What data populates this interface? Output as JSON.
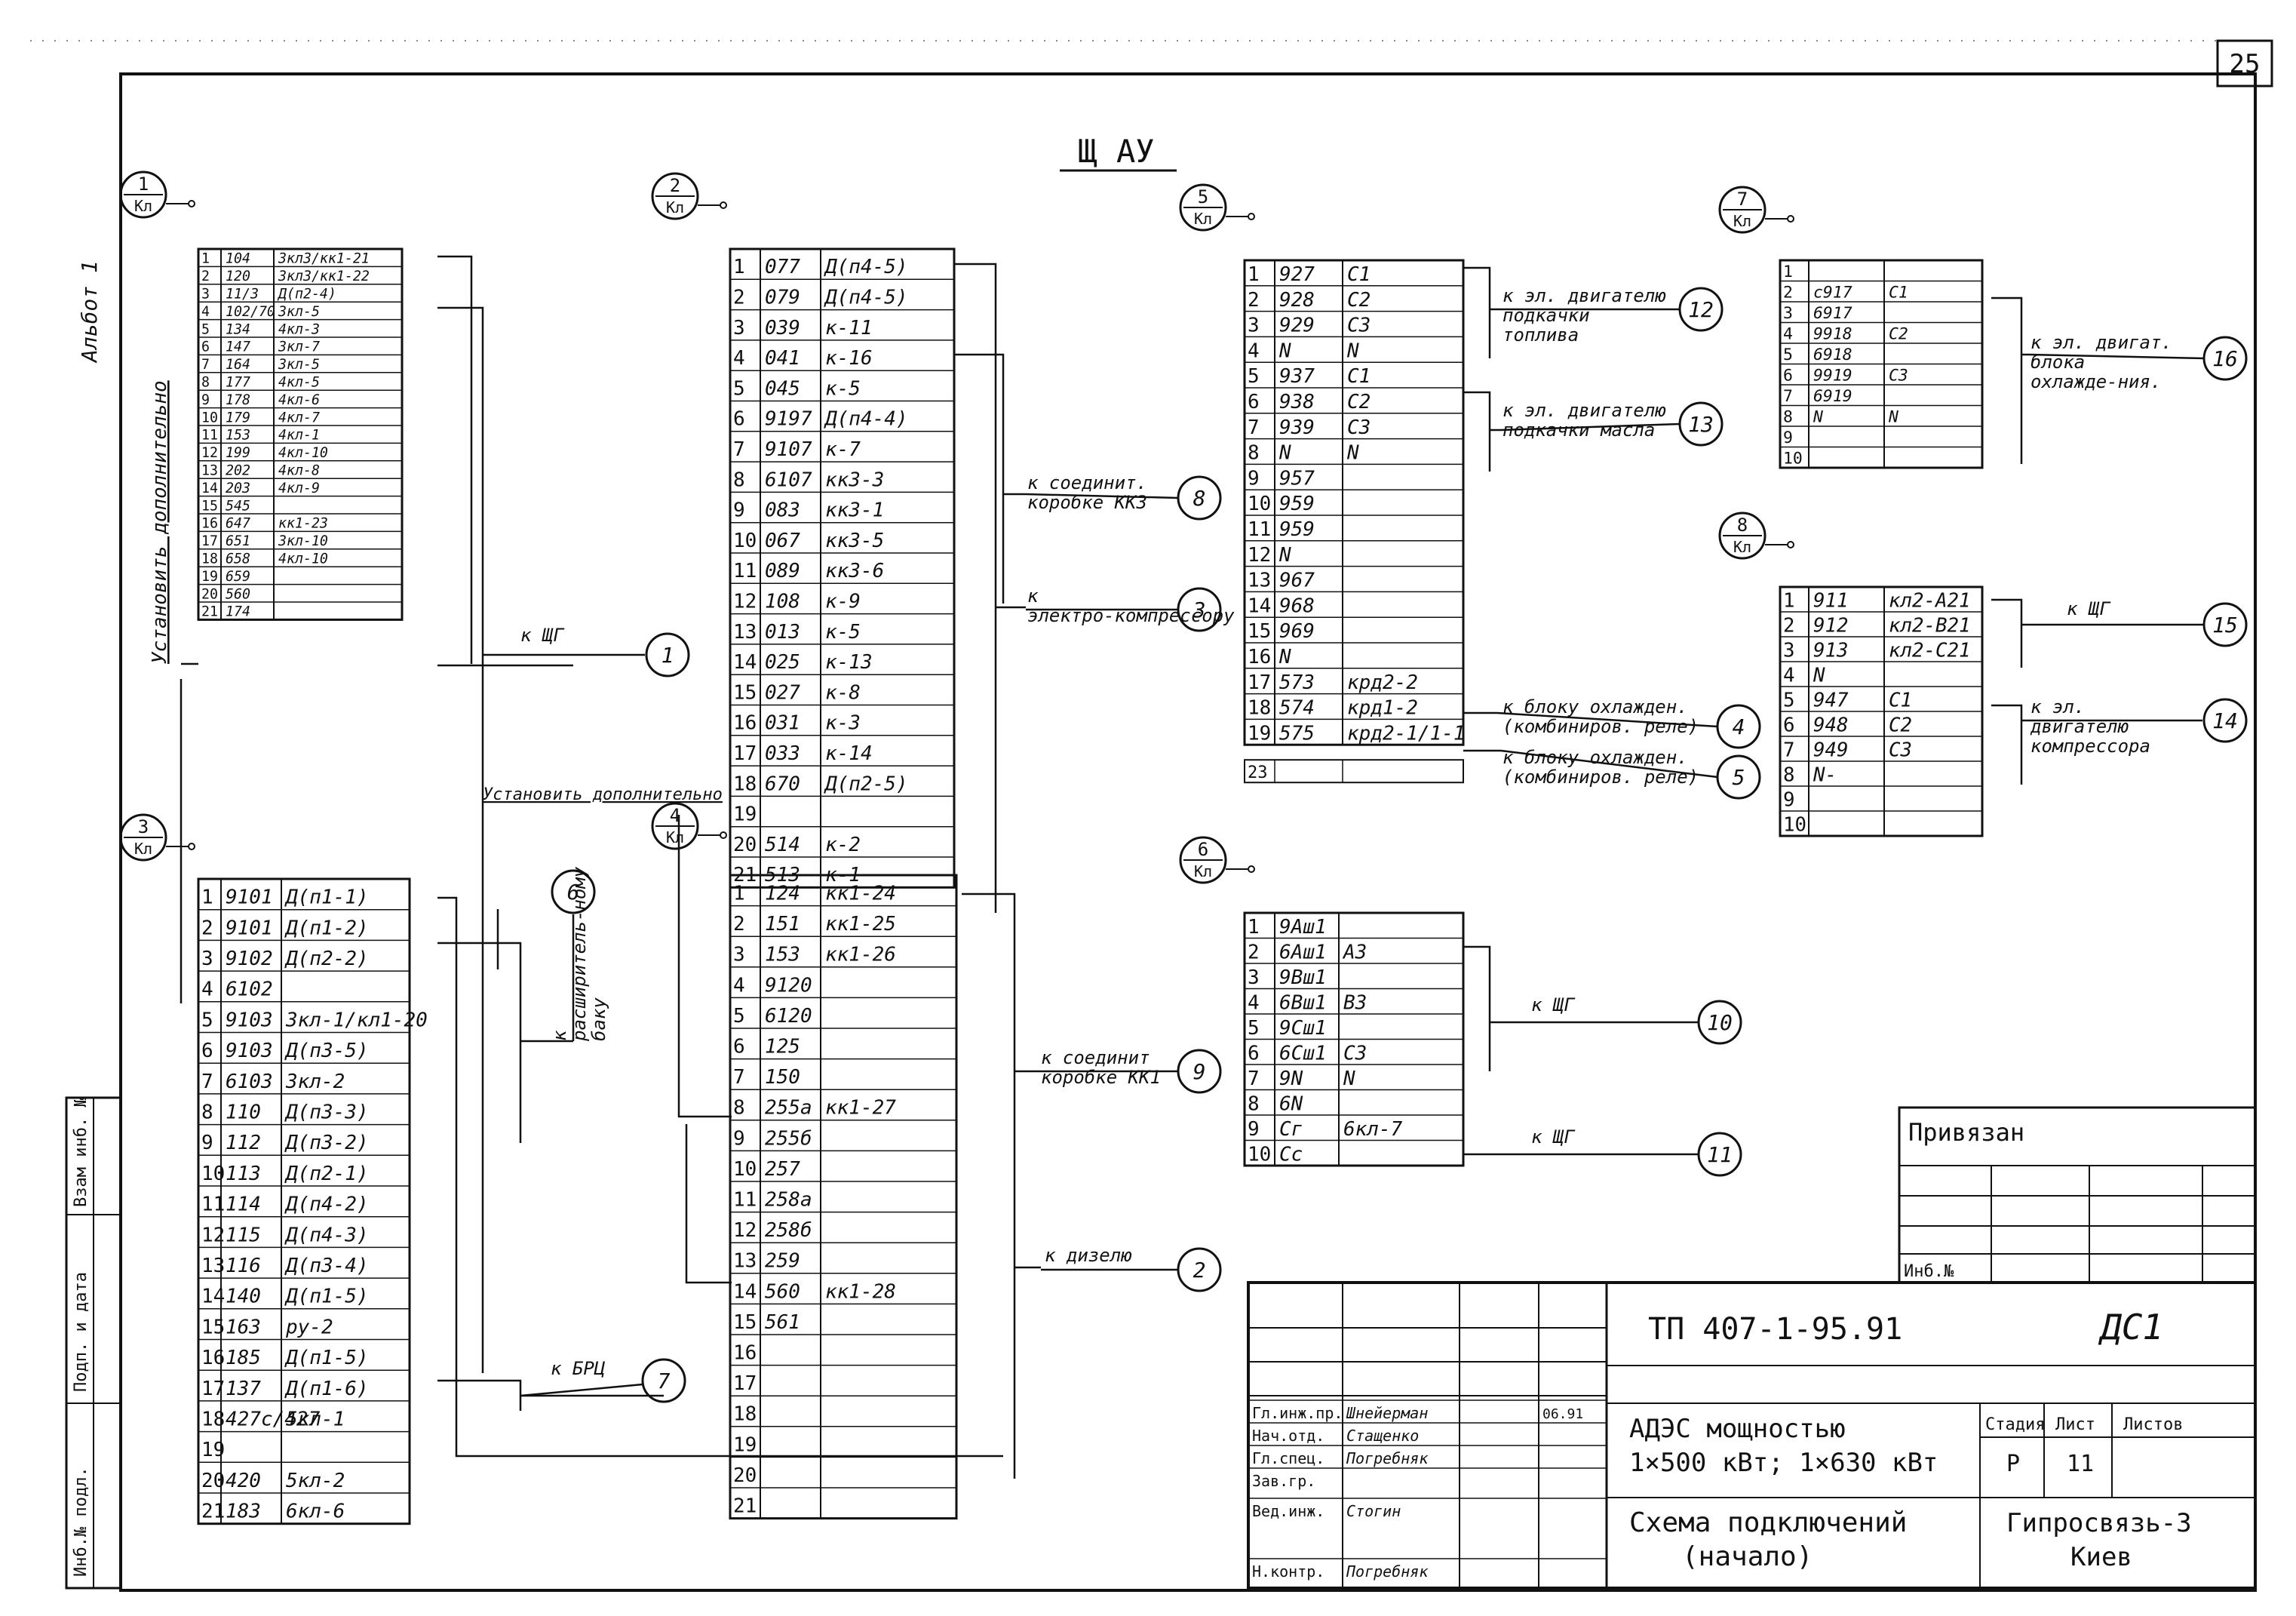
{
  "page": {
    "page_number": "25",
    "album": "Альбот 1",
    "panel_title": "Щ АУ"
  },
  "left_margin": {
    "cells": [
      "Инб.№ подл.",
      "Подп. и дата",
      "Взам инб. №"
    ]
  },
  "blocks": [
    {
      "id": "b1",
      "marker_top": "1",
      "marker_bottom": "Кл",
      "rows": [
        [
          "1",
          "104",
          "3кл3/кк1-21"
        ],
        [
          "2",
          "120",
          "3кл3/кк1-22"
        ],
        [
          "3",
          "11/3",
          "Д(п2-4)"
        ],
        [
          "4",
          "102/70",
          "3кл-5"
        ],
        [
          "5",
          "134",
          "4кл-3"
        ],
        [
          "6",
          "147",
          "3кл-7"
        ],
        [
          "7",
          "164",
          "3кл-5"
        ],
        [
          "8",
          "177",
          "4кл-5"
        ],
        [
          "9",
          "178",
          "4кл-6"
        ],
        [
          "10",
          "179",
          "4кл-7"
        ],
        [
          "11",
          "153",
          "4кл-1"
        ],
        [
          "12",
          "199",
          "4кл-10"
        ],
        [
          "13",
          "202",
          "4кл-8"
        ],
        [
          "14",
          "203",
          "4кл-9"
        ],
        [
          "15",
          "545",
          ""
        ],
        [
          "16",
          "647",
          "кк1-23"
        ],
        [
          "17",
          "651",
          "3кл-10"
        ],
        [
          "18",
          "658",
          "4кл-10"
        ],
        [
          "19",
          "659",
          ""
        ],
        [
          "20",
          "560",
          ""
        ],
        [
          "21",
          "174",
          ""
        ]
      ]
    },
    {
      "id": "b3",
      "marker_top": "3",
      "marker_bottom": "Кл",
      "rows": [
        [
          "1",
          "9101",
          "Д(п1-1)"
        ],
        [
          "2",
          "9101",
          "Д(п1-2)"
        ],
        [
          "3",
          "9102",
          "Д(п2-2)"
        ],
        [
          "4",
          "6102",
          ""
        ],
        [
          "5",
          "9103",
          "3кл-1/кл1-20"
        ],
        [
          "6",
          "9103",
          "Д(п3-5)"
        ],
        [
          "7",
          "6103",
          "3кл-2"
        ],
        [
          "8",
          "110",
          "Д(п3-3)"
        ],
        [
          "9",
          "112",
          "Д(п3-2)"
        ],
        [
          "10",
          "113",
          "Д(п2-1)"
        ],
        [
          "11",
          "114",
          "Д(п4-2)"
        ],
        [
          "12",
          "115",
          "Д(п4-3)"
        ],
        [
          "13",
          "116",
          "Д(п3-4)"
        ],
        [
          "14",
          "140",
          "Д(п1-5)"
        ],
        [
          "15",
          "163",
          "ру-2"
        ],
        [
          "16",
          "185",
          "Д(п1-5)"
        ],
        [
          "17",
          "137",
          "Д(п1-6)"
        ],
        [
          "18",
          "427с/427",
          "5кл-1"
        ],
        [
          "19",
          "",
          ""
        ],
        [
          "20",
          "420",
          "5кл-2"
        ],
        [
          "21",
          "183",
          "6кл-6"
        ]
      ]
    },
    {
      "id": "b2",
      "marker_top": "2",
      "marker_bottom": "Кл",
      "rows": [
        [
          "1",
          "077",
          "Д(п4-5)"
        ],
        [
          "2",
          "079",
          "Д(п4-5)"
        ],
        [
          "3",
          "039",
          "к-11"
        ],
        [
          "4",
          "041",
          "к-16"
        ],
        [
          "5",
          "045",
          "к-5"
        ],
        [
          "6",
          "9197",
          "Д(п4-4)"
        ],
        [
          "7",
          "9107",
          "к-7"
        ],
        [
          "8",
          "6107",
          "кк3-3"
        ],
        [
          "9",
          "083",
          "кк3-1"
        ],
        [
          "10",
          "067",
          "кк3-5"
        ],
        [
          "11",
          "089",
          "кк3-6"
        ],
        [
          "12",
          "108",
          "к-9"
        ],
        [
          "13",
          "013",
          "к-5"
        ],
        [
          "14",
          "025",
          "к-13"
        ],
        [
          "15",
          "027",
          "к-8"
        ],
        [
          "16",
          "031",
          "к-3"
        ],
        [
          "17",
          "033",
          "к-14"
        ],
        [
          "18",
          "670",
          "Д(п2-5)"
        ],
        [
          "19",
          "",
          ""
        ],
        [
          "20",
          "514",
          "к-2"
        ],
        [
          "21",
          "513",
          "к-1"
        ]
      ]
    },
    {
      "id": "b4",
      "marker_top": "4",
      "marker_bottom": "Кл",
      "rows": [
        [
          "1",
          "124",
          "кк1-24"
        ],
        [
          "2",
          "151",
          "кк1-25"
        ],
        [
          "3",
          "153",
          "кк1-26"
        ],
        [
          "4",
          "9120",
          ""
        ],
        [
          "5",
          "6120",
          ""
        ],
        [
          "6",
          "125",
          ""
        ],
        [
          "7",
          "150",
          ""
        ],
        [
          "8",
          "255а",
          "кк1-27"
        ],
        [
          "9",
          "255б",
          ""
        ],
        [
          "10",
          "257",
          ""
        ],
        [
          "11",
          "258а",
          ""
        ],
        [
          "12",
          "258б",
          ""
        ],
        [
          "13",
          "259",
          ""
        ],
        [
          "14",
          "560",
          "кк1-28"
        ],
        [
          "15",
          "561",
          ""
        ],
        [
          "16",
          "",
          ""
        ],
        [
          "17",
          "",
          ""
        ],
        [
          "18",
          "",
          ""
        ],
        [
          "19",
          "",
          ""
        ],
        [
          "20",
          "",
          ""
        ],
        [
          "21",
          "",
          ""
        ]
      ]
    },
    {
      "id": "b5",
      "marker_top": "5",
      "marker_bottom": "Кл",
      "rows": [
        [
          "1",
          "927",
          "С1"
        ],
        [
          "2",
          "928",
          "С2"
        ],
        [
          "3",
          "929",
          "С3"
        ],
        [
          "4",
          "N",
          "N"
        ],
        [
          "5",
          "937",
          "С1"
        ],
        [
          "6",
          "938",
          "С2"
        ],
        [
          "7",
          "939",
          "С3"
        ],
        [
          "8",
          "N",
          "N"
        ],
        [
          "9",
          "957",
          ""
        ],
        [
          "10",
          "959",
          ""
        ],
        [
          "11",
          "959",
          ""
        ],
        [
          "12",
          "N",
          ""
        ],
        [
          "13",
          "967",
          ""
        ],
        [
          "14",
          "968",
          ""
        ],
        [
          "15",
          "969",
          ""
        ],
        [
          "16",
          "N",
          ""
        ],
        [
          "17",
          "573",
          "крд2-2"
        ],
        [
          "18",
          "574",
          "крд1-2"
        ],
        [
          "19",
          "575",
          "крд2-1/1-1"
        ]
      ],
      "extra_row": "23"
    },
    {
      "id": "b6",
      "marker_top": "6",
      "marker_bottom": "Кл",
      "rows": [
        [
          "1",
          "9Аш1",
          ""
        ],
        [
          "2",
          "6Аш1",
          "А3"
        ],
        [
          "3",
          "9Вш1",
          ""
        ],
        [
          "4",
          "6Вш1",
          "В3"
        ],
        [
          "5",
          "9Сш1",
          ""
        ],
        [
          "6",
          "6Сш1",
          "С3"
        ],
        [
          "7",
          "9N",
          "N"
        ],
        [
          "8",
          "6N",
          ""
        ],
        [
          "9",
          "Сг",
          "6кл-7"
        ],
        [
          "10",
          "Сс",
          ""
        ]
      ]
    },
    {
      "id": "b7",
      "marker_top": "7",
      "marker_bottom": "Кл",
      "rows": [
        [
          "1",
          "",
          ""
        ],
        [
          "2",
          "с917",
          "С1"
        ],
        [
          "3",
          "6917",
          ""
        ],
        [
          "4",
          "9918",
          "С2"
        ],
        [
          "5",
          "6918",
          ""
        ],
        [
          "6",
          "9919",
          "С3"
        ],
        [
          "7",
          "6919",
          ""
        ],
        [
          "8",
          "N",
          "N"
        ],
        [
          "9",
          "",
          ""
        ],
        [
          "10",
          "",
          ""
        ]
      ]
    },
    {
      "id": "b8",
      "marker_top": "8",
      "marker_bottom": "Кл",
      "rows": [
        [
          "1",
          "911",
          "кл2-А21"
        ],
        [
          "2",
          "912",
          "кл2-В21"
        ],
        [
          "3",
          "913",
          "кл2-С21"
        ],
        [
          "4",
          "N",
          ""
        ],
        [
          "5",
          "947",
          "С1"
        ],
        [
          "6",
          "948",
          "С2"
        ],
        [
          "7",
          "949",
          "С3"
        ],
        [
          "8",
          "N-",
          ""
        ],
        [
          "9",
          "",
          ""
        ],
        [
          "10",
          "",
          ""
        ]
      ]
    }
  ],
  "connections": [
    {
      "id": "c1",
      "num": "1",
      "label": "к ЩГ"
    },
    {
      "id": "c2",
      "num": "2",
      "label": "к дизелю"
    },
    {
      "id": "c3",
      "num": "3",
      "label": "к электро-компрессору"
    },
    {
      "id": "c4",
      "num": "4",
      "label": "к блоку охлажден. (комбиниров. реле)"
    },
    {
      "id": "c5",
      "num": "5",
      "label": "к блоку охлажден. (комбиниров. реле)"
    },
    {
      "id": "c6",
      "num": "6",
      "label": "к расширитель-ному баку"
    },
    {
      "id": "c7",
      "num": "7",
      "label": "к БРЦ"
    },
    {
      "id": "c8",
      "num": "8",
      "label": "к соединит. коробке КК3"
    },
    {
      "id": "c9",
      "num": "9",
      "label": "к соединит коробке КК1"
    },
    {
      "id": "c10",
      "num": "10",
      "label": "к ЩГ"
    },
    {
      "id": "c11",
      "num": "11",
      "label": "к ЩГ"
    },
    {
      "id": "c12",
      "num": "12",
      "label": "к эл. двигателю подкачки топлива"
    },
    {
      "id": "c13",
      "num": "13",
      "label": "к эл. двигателю подкачки масла"
    },
    {
      "id": "c14",
      "num": "14",
      "label": "к эл. двигателю компрессора"
    },
    {
      "id": "c15",
      "num": "15",
      "label": "к ЩГ"
    },
    {
      "id": "c16",
      "num": "16",
      "label": "к эл. двигат. блока охлажде-ния."
    }
  ],
  "notes": [
    {
      "id": "n1",
      "text": "Установить дополнительно"
    },
    {
      "id": "n2",
      "text": "Установить дополнительно"
    }
  ],
  "privyazan": {
    "title": "Привязан",
    "inv": "Инб.№"
  },
  "title_block": {
    "doc_code": "ТП 407-1-95.91",
    "sheet_code": "ДС1",
    "project_line1": "АДЭС мощностью",
    "project_line2": "1×500 кВт; 1×630 кВт",
    "drawing_line1": "Схема подключений",
    "drawing_line2": "(начало)",
    "org_line1": "Гипросвязь-3",
    "org_line2": "Киев",
    "stage_label": "Стадия",
    "stage_value": "Р",
    "sheet_label": "Лист",
    "sheet_value": "11",
    "sheets_label": "Листов",
    "signatures": [
      {
        "role": "Гл.инж.пр.",
        "name": "Шнейерман",
        "date": "06.91"
      },
      {
        "role": "Нач.отд.",
        "name": "Стащенко",
        "date": ""
      },
      {
        "role": "Гл.спец.",
        "name": "Погребняк",
        "date": ""
      },
      {
        "role": "Зав.гр.",
        "name": "",
        "date": ""
      },
      {
        "role": "Вед.инж.",
        "name": "Стогин",
        "date": ""
      },
      {
        "role": "Н.контр.",
        "name": "Погребняк",
        "date": ""
      }
    ]
  }
}
